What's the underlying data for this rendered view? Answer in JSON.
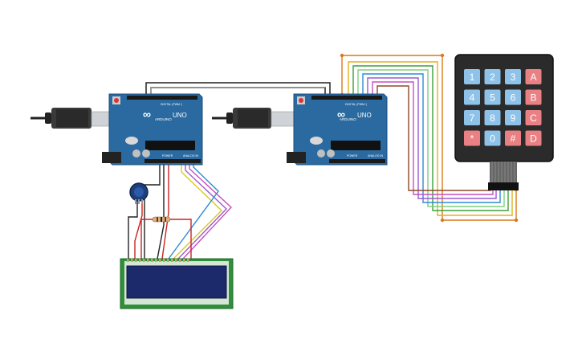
{
  "board1": {
    "brand": "ARDUINO",
    "model": "UNO",
    "digital_label": "DIGITAL (PWM~)",
    "power_label": "POWER",
    "analog_label": "ANALOG IN"
  },
  "board2": {
    "brand": "ARDUINO",
    "model": "UNO",
    "digital_label": "DIGITAL (PWM~)",
    "power_label": "POWER",
    "analog_label": "ANALOG IN"
  },
  "keypad": {
    "keys": [
      "1",
      "2",
      "3",
      "A",
      "4",
      "5",
      "6",
      "B",
      "7",
      "8",
      "9",
      "C",
      "*",
      "0",
      "#",
      "D"
    ]
  },
  "colors": {
    "board": "#2a6aa0",
    "keypad_body": "#2b2b2b",
    "key_number": "#8ec2e8",
    "key_letter": "#e98083",
    "lcd_pcb": "#2f8f3a",
    "lcd_screen": "#1c2a6b",
    "wire_orange": "#d97a1a",
    "wire_black": "#222222",
    "wire_red": "#cc2222"
  },
  "icons": {
    "usb_cable": "usb-cable-icon",
    "potentiometer": "potentiometer-icon",
    "resistor": "resistor-icon"
  }
}
